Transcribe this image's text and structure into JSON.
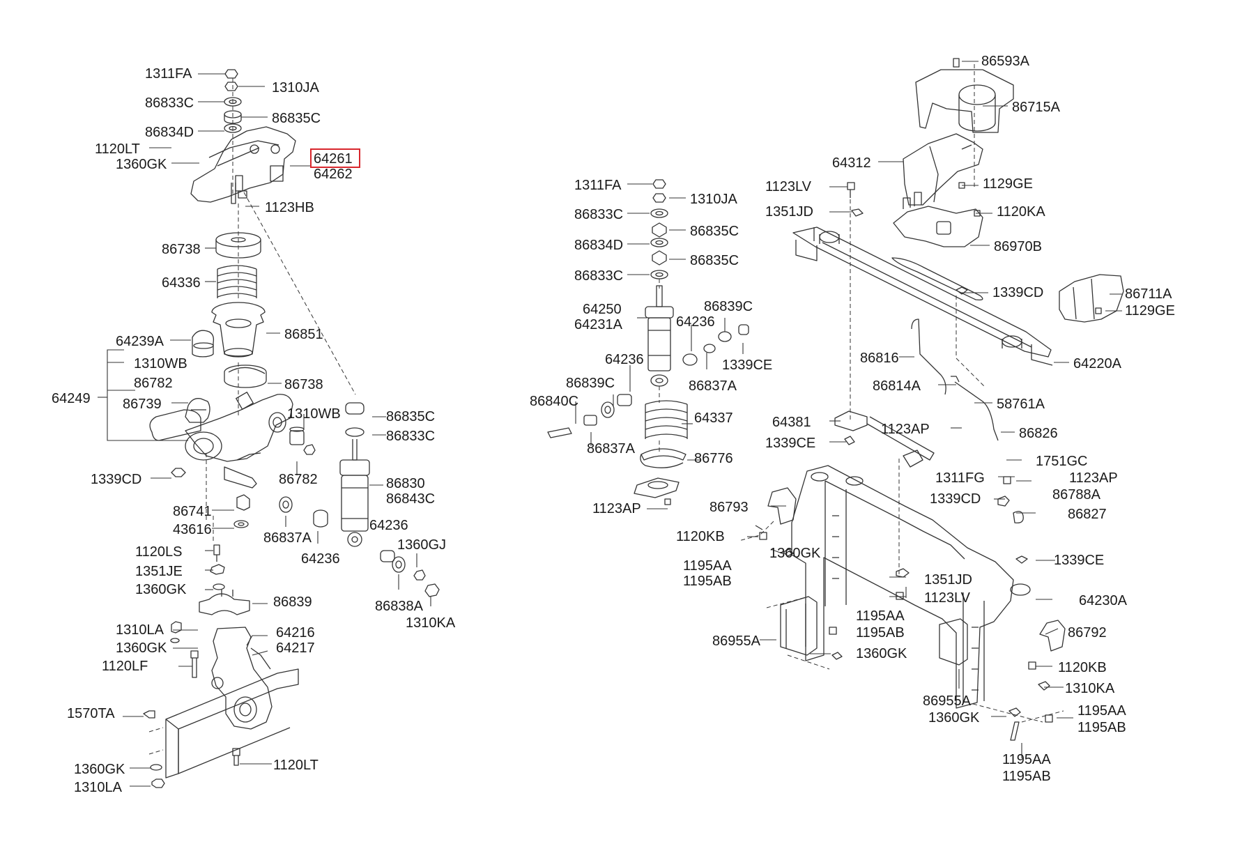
{
  "diagram": {
    "highlight_color": "#d8262c",
    "line_color": "#333333",
    "labels": {
      "a01": "1311FA",
      "a02": "1310JA",
      "a03": "86833C",
      "a04": "86835C",
      "a05": "86834D",
      "a06": "1120LT",
      "a07": "1360GK",
      "a08": "64261",
      "a09": "64262",
      "a10": "1123HB",
      "a11": "86738",
      "a12": "64336",
      "a13": "86851",
      "a14": "64239A",
      "a15": "1310WB",
      "a16": "64249",
      "a17": "86782",
      "a18": "86738",
      "a19": "86739",
      "a20": "1310WB",
      "a21": "86835C",
      "a22": "86833C",
      "a23": "1339CD",
      "a24": "86782",
      "a25": "86830",
      "a26": "86843C",
      "a27": "86741",
      "a28": "43616",
      "a29": "86837A",
      "a30": "64236",
      "a31": "64236",
      "a32": "1360GJ",
      "a33": "1120LS",
      "a34": "1351JE",
      "a35": "1360GK",
      "a36": "86839",
      "a37": "86838A",
      "a38": "1310KA",
      "a39": "1310LA",
      "a40": "64216",
      "a41": "1360GK",
      "a42": "64217",
      "a43": "1120LF",
      "a44": "1570TA",
      "a45": "1360GK",
      "a46": "1120LT",
      "a47": "1310LA",
      "b01": "1311FA",
      "b02": "1310JA",
      "b03": "86833C",
      "b04": "86835C",
      "b05": "86834D",
      "b06": "86835C",
      "b07": "86833C",
      "b08": "64250",
      "b09": "64231A",
      "b10": "86839C",
      "b11": "64236",
      "b12": "1339CE",
      "b13": "64236",
      "b14": "86837A",
      "b15": "86839C",
      "b16": "86840C",
      "b17": "64337",
      "b18": "86837A",
      "b19": "86776",
      "b20": "1123AP",
      "c01": "86593A",
      "c02": "86715A",
      "c03": "64312",
      "c04": "1123LV",
      "c05": "1129GE",
      "c06": "1351JD",
      "c07": "1120KA",
      "c08": "86970B",
      "c09": "1339CD",
      "c10": "86711A",
      "c11": "1129GE",
      "c12": "86816",
      "c13": "64220A",
      "c14": "86814A",
      "c15": "58761A",
      "c16": "64381",
      "c17": "1123AP",
      "c18": "86826",
      "c19": "1339CE",
      "c20": "1751GC",
      "c21": "1311FG",
      "c22": "1123AP",
      "c23": "1339CD",
      "c24": "86788A",
      "c25": "86827",
      "c26": "86793",
      "c27": "1120KB",
      "c28": "1360GK",
      "c29": "1339CE",
      "c30": "1195AA",
      "c31": "1195AB",
      "c32": "1351JD",
      "c33": "1123LV",
      "c34": "64230A",
      "c35": "1195AA",
      "c36": "1195AB",
      "c37": "86792",
      "c38": "86955A",
      "c39": "1360GK",
      "c40": "1120KB",
      "c41": "1310KA",
      "c42": "86955A",
      "c43": "1195AA",
      "c44": "1360GK",
      "c45": "1195AB",
      "c46": "1195AA",
      "c47": "1195AB"
    }
  }
}
